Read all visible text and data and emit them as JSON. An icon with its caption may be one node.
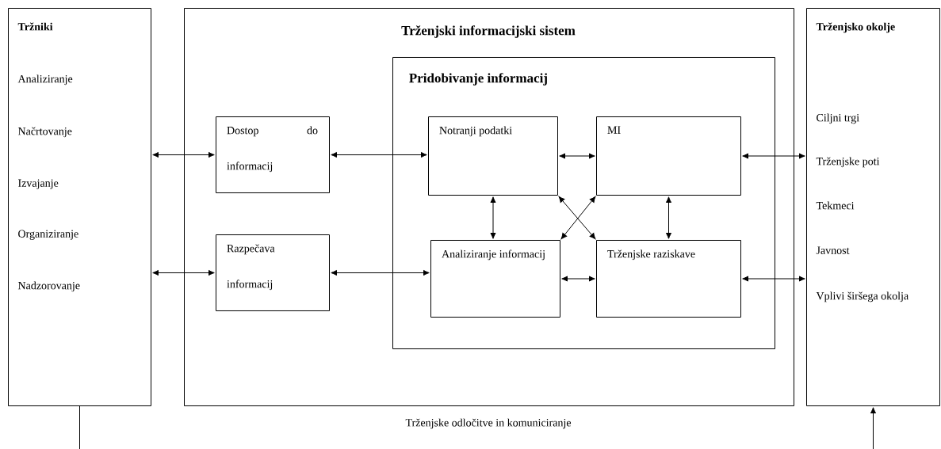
{
  "diagram": {
    "nodes": [
      {
        "text": [
          "Tržniki",
          "Analiziranje",
          "Načrtovanje",
          "Izvajanje",
          "Organiziranje",
          "Nadzorovanje"
        ]
      },
      {
        "text": [
          "Trženjski informacijski sistem"
        ]
      },
      {
        "text": [
          "Pridobivanje informacij"
        ],
        "in": 1
      },
      {
        "text": [
          "Dostop do informacij"
        ],
        "in": 1
      },
      {
        "text": [
          "Razpečava informacij"
        ],
        "in": 1
      },
      {
        "text": [
          "Notranji podatki"
        ],
        "in": 2
      },
      {
        "text": [
          "MI"
        ],
        "in": 2
      },
      {
        "text": [
          "Analiziranje informacij"
        ],
        "in": 2
      },
      {
        "text": [
          "Trženjske raziskave"
        ],
        "in": 2
      },
      {
        "text": [
          "Trženjsko okolje",
          "Ciljni trgi",
          "Trženjske poti",
          "Tekmeci",
          "Javnost",
          "Vplivi širšega okolja"
        ]
      }
    ],
    "edges": [
      {
        "from": 0,
        "to": 3,
        "arrow": "both"
      },
      {
        "from": 0,
        "to": 4,
        "arrow": "both"
      },
      {
        "from": 3,
        "to": 5,
        "arrow": "both"
      },
      {
        "from": 4,
        "to": 7,
        "arrow": "both"
      },
      {
        "from": 5,
        "to": 6,
        "arrow": "both"
      },
      {
        "from": 7,
        "to": 8,
        "arrow": "both"
      },
      {
        "from": 5,
        "to": 7,
        "arrow": "both"
      },
      {
        "from": 6,
        "to": 8,
        "arrow": "both"
      },
      {
        "from": 5,
        "to": 8,
        "arrow": "both"
      },
      {
        "from": 6,
        "to": 7,
        "arrow": "both"
      },
      {
        "from": 6,
        "to": 9,
        "arrow": "both"
      },
      {
        "from": 8,
        "to": 9,
        "arrow": "both"
      },
      {
        "from": 0,
        "to": null,
        "arrow": "none"
      },
      {
        "from": null,
        "to": 9,
        "arrow": "to"
      }
    ],
    "labels": [
      "Trženjske odločitve in komuniciranje"
    ]
  }
}
